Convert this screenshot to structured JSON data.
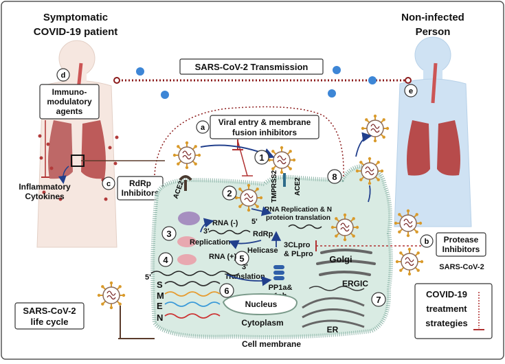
{
  "left_person": {
    "title_line1": "Symptomatic",
    "title_line2": "COVID-19 patient"
  },
  "right_person": {
    "title_line1": "Non-infected",
    "title_line2": "Person"
  },
  "transmission_label": "SARS-CoV-2 Transmission",
  "immuno_box": [
    "Immuno-",
    "modulatory",
    "agents"
  ],
  "inflammatory_label": [
    "Inflammatory",
    "Cytokines"
  ],
  "rdrp_inhibitors": [
    "RdRp",
    "Inhibitors"
  ],
  "viral_entry_box": [
    "Viral entry & membrane",
    "fusion inhibitors"
  ],
  "protease_box": [
    "Protease",
    "Inhibitors"
  ],
  "sars_cov2_label": "SARS-CoV-2",
  "life_cycle_box": [
    "SARS-CoV-2",
    "life cycle"
  ],
  "treatment_box": [
    "COVID-19",
    "treatment",
    "strategies"
  ],
  "letters": {
    "a": "a",
    "b": "b",
    "c": "c",
    "d": "d",
    "e": "e"
  },
  "steps": [
    "1",
    "2",
    "3",
    "4",
    "5",
    "6",
    "7",
    "8"
  ],
  "cell": {
    "ace2_left": "ACE2",
    "ace2_right": "ACE2",
    "tmprss2": "TMPRSS2",
    "rna_replication": [
      "RNA Replication & N",
      "proteion translation"
    ],
    "rna_minus": "RNA (-)",
    "rna_plus": "RNA (+)",
    "five_prime_a": "5'",
    "three_prime_a": "3'",
    "three_prime_b": "3'",
    "five_prime_b": "5'",
    "rdrp": "RdRp",
    "replication": "Replication",
    "helicase": "Helicase",
    "translation": "Translation",
    "pp1": [
      "PP1a&",
      "1ab"
    ],
    "protease_sites": [
      "3CLpro",
      "& PLpro"
    ],
    "golgi": "Golgi",
    "ergic": "ERGIC",
    "er": "ER",
    "nucleus": "Nucleus",
    "cytoplasm": "Cytoplasm",
    "cell_membrane": "Cell membrane",
    "genes": [
      "S",
      "M",
      "E",
      "N"
    ]
  },
  "colors": {
    "border": "#555555",
    "body_left": "#f6e7e0",
    "body_right": "#cfe2f3",
    "cell_fill": "#d9ebe3",
    "cell_stroke": "#8bb3a7",
    "droplet": "#3d86d6",
    "transmission_dots": "#8b1a1a",
    "arrow": "#213f8c",
    "inhibit": "#b03030",
    "gene_S": "#333333",
    "gene_M": "#e69b2f",
    "gene_E": "#3a9ad9",
    "gene_N": "#cc3333",
    "virus_spike": "#d99a2b",
    "lung_left": "#b85a5a",
    "lung_right": "#b74b4b"
  }
}
